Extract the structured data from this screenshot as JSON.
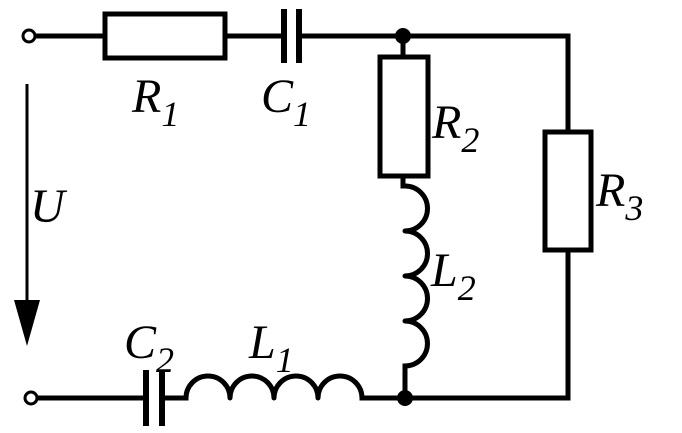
{
  "diagram": {
    "type": "electrical circuit schematic",
    "line_color": "#000000",
    "background_color": "#ffffff",
    "source": {
      "label": "U",
      "arrow_direction": "down"
    },
    "components": [
      {
        "id": "R1",
        "kind": "resistor",
        "letter": "R",
        "index": "1",
        "branch": "top input"
      },
      {
        "id": "C1",
        "kind": "capacitor",
        "letter": "C",
        "index": "1",
        "branch": "top input"
      },
      {
        "id": "R2",
        "kind": "resistor",
        "letter": "R",
        "index": "2",
        "branch": "middle vertical"
      },
      {
        "id": "L2",
        "kind": "inductor",
        "letter": "L",
        "index": "2",
        "branch": "middle vertical"
      },
      {
        "id": "R3",
        "kind": "resistor",
        "letter": "R",
        "index": "3",
        "branch": "right vertical"
      },
      {
        "id": "C2",
        "kind": "capacitor",
        "letter": "C",
        "index": "2",
        "branch": "bottom input"
      },
      {
        "id": "L1",
        "kind": "inductor",
        "letter": "L",
        "index": "1",
        "branch": "bottom input"
      }
    ],
    "junctions": 2,
    "terminals": 2
  }
}
